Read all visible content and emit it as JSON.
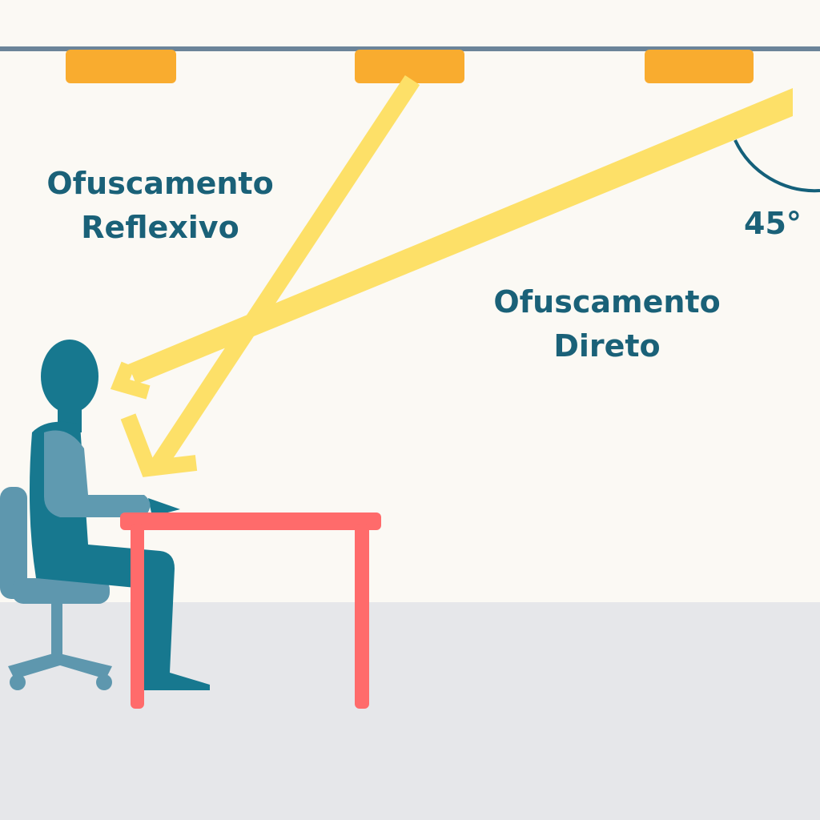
{
  "labels": {
    "reflexive_line1": "Ofuscamento",
    "reflexive_line2": "Reflexivo",
    "direct_line1": "Ofuscamento",
    "direct_line2": "Direto",
    "angle": "45°"
  },
  "colors": {
    "wall": "#fbf9f4",
    "floor": "#e6e7ea",
    "ceiling": "#6b8499",
    "light": "#f9ac2f",
    "beam": "#fde068",
    "text": "#1a6178",
    "person": "#17788f",
    "person_arm": "#5f9ab0",
    "chair": "#5e97ae",
    "desk": "#ff6b6b"
  }
}
